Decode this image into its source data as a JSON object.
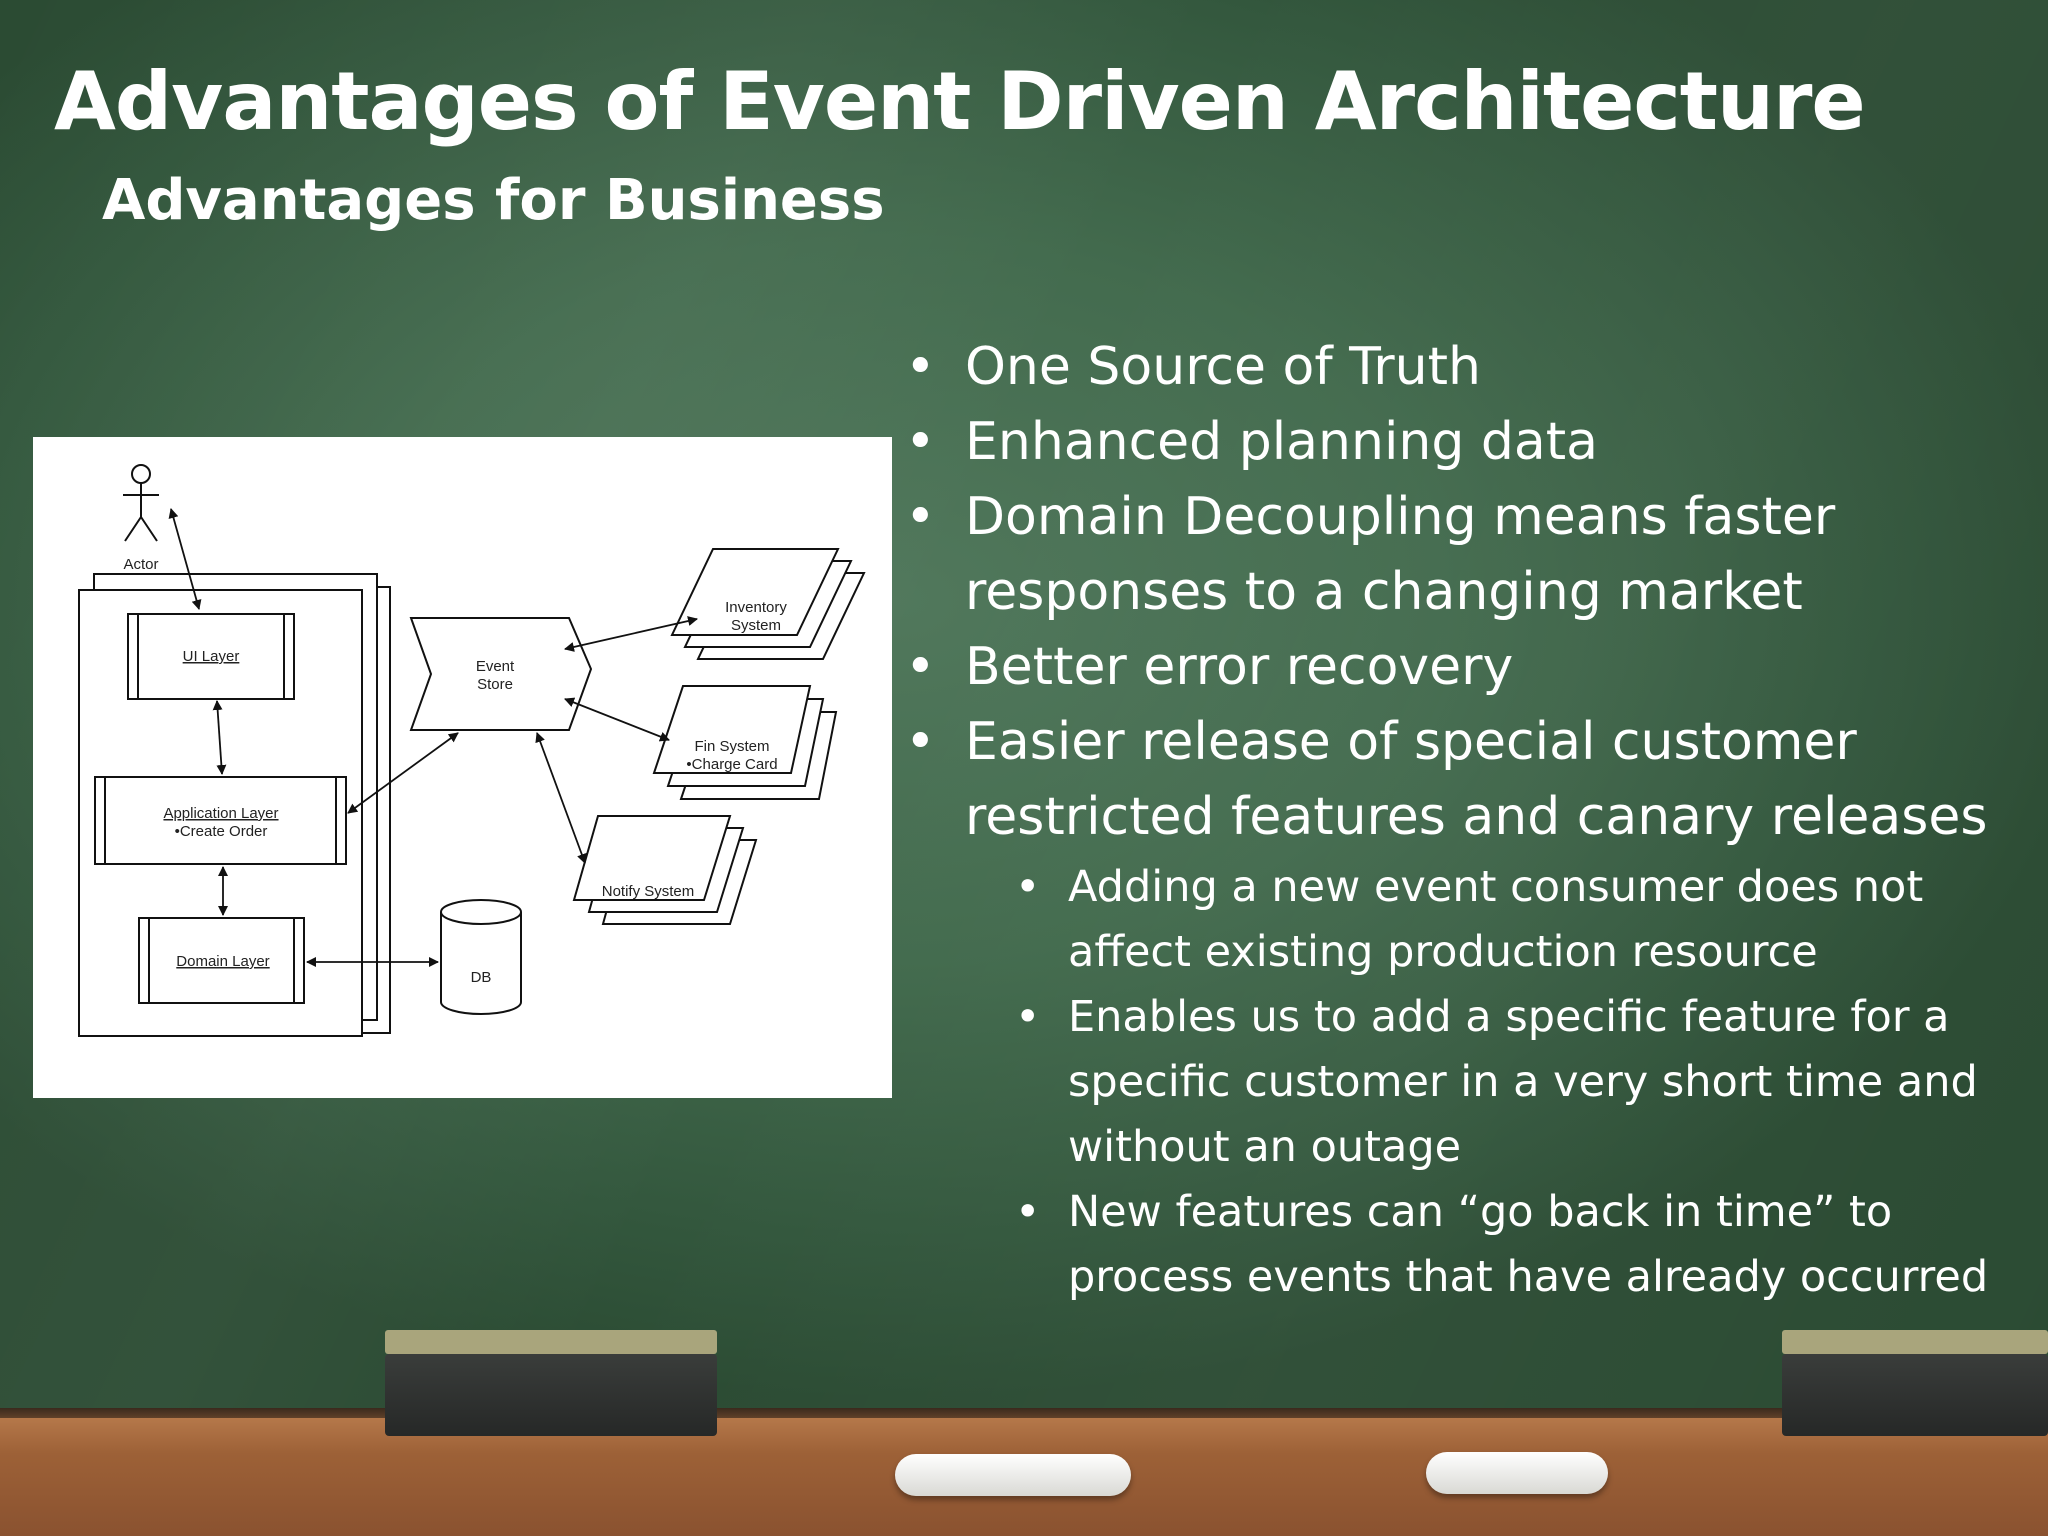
{
  "slide": {
    "title": "Advantages of Event Driven Architecture",
    "subtitle": "Advantages for Business",
    "bullets": [
      "One Source of Truth",
      "Enhanced planning data",
      "Domain Decoupling means faster responses to a changing market",
      "Better error recovery",
      "Easier release of special customer restricted features and canary releases"
    ],
    "sub_bullets": [
      "Adding a new event consumer does not affect existing production resource",
      "Enables us to add a specific feature for a specific customer in a very short time and without an outage",
      "New features can “go back in time” to process events that have already occurred"
    ]
  },
  "diagram": {
    "actor": "Actor",
    "ui_layer": "UI Layer",
    "application_layer": "Application Layer",
    "create_order": "•Create Order",
    "domain_layer": "Domain Layer",
    "event_store_line1": "Event",
    "event_store_line2": "Store",
    "inventory_line1": "Inventory",
    "inventory_line2": "System",
    "fin_line1": "Fin System",
    "fin_line2": "•Charge Card",
    "notify": "Notify System",
    "db": "DB"
  },
  "colors": {
    "board": "#436b4e",
    "text": "#ffffff",
    "ledge": "#9d6137"
  }
}
